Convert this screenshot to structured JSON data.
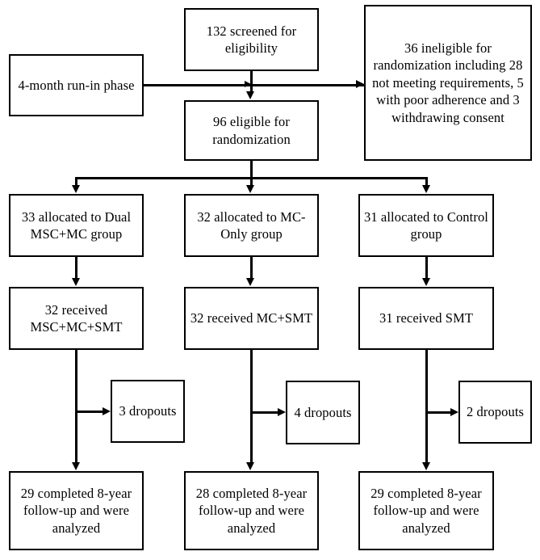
{
  "diagram": {
    "title": "CONSORT participant flow diagram",
    "type": "flowchart",
    "background_color": "#ffffff",
    "line_color": "#000000",
    "text_color": "#000000"
  },
  "nodes": {
    "run_in": "4-month run-in phase",
    "screened": "132 screened for eligibility",
    "ineligible": "36 ineligible for randomization including 28 not meeting requirements, 5 with poor adherence and 3 withdrawing consent",
    "eligible": "96 eligible for randomization",
    "alloc_left": "33 allocated to Dual MSC+MC group",
    "alloc_mid": "32 allocated to MC-Only group",
    "alloc_right": "31 allocated to Control group",
    "received_left": "32 received MSC+MC+SMT",
    "received_mid": "32 received MC+SMT",
    "received_right": "31 received SMT",
    "dropouts_left": "3 dropouts",
    "dropouts_mid": "4 dropouts",
    "dropouts_right": "2 dropouts",
    "completed_left": "29 completed 8-year follow-up and were analyzed",
    "completed_mid": "28 completed 8-year follow-up and were analyzed",
    "completed_right": "29 completed 8-year follow-up and were analyzed"
  },
  "counts": {
    "screened": 132,
    "ineligible": 36,
    "ineligible_not_meeting_requirements": 28,
    "ineligible_poor_adherence": 5,
    "ineligible_withdrew_consent": 3,
    "eligible": 96,
    "allocated_dual_msc_mc": 33,
    "allocated_mc_only": 32,
    "allocated_control": 31,
    "received_msc_mc_smt": 32,
    "received_mc_smt": 32,
    "received_smt": 31,
    "dropouts_dual": 3,
    "dropouts_mc_only": 4,
    "dropouts_control": 2,
    "completed_dual": 29,
    "completed_mc_only": 28,
    "completed_control": 29
  }
}
